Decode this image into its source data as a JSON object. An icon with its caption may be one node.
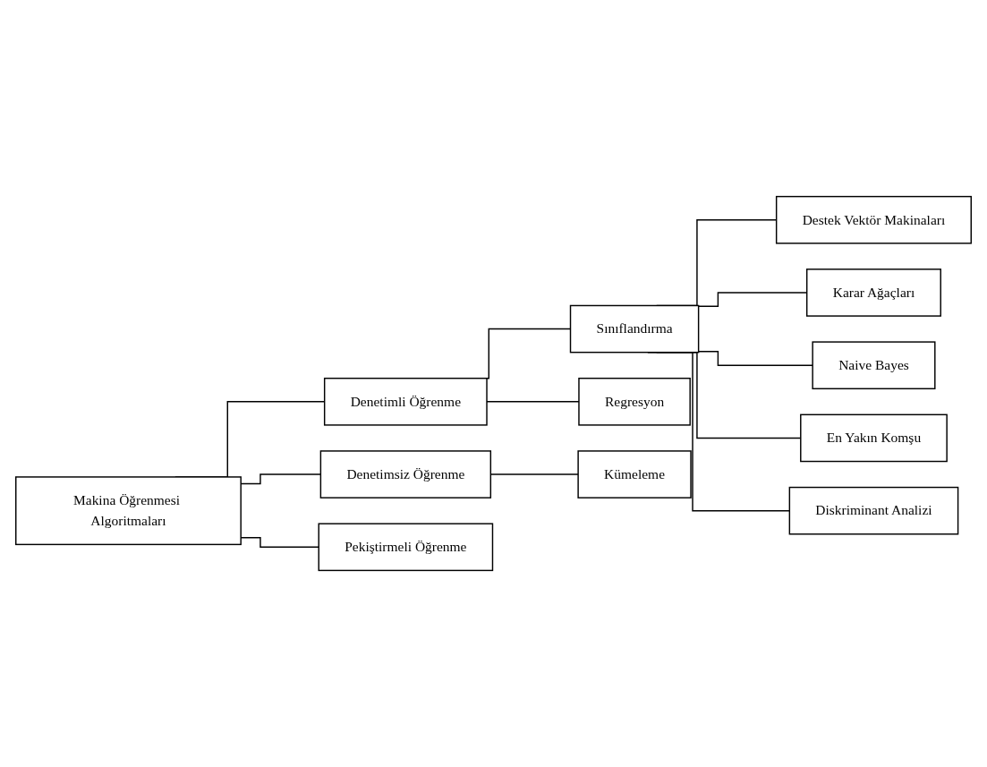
{
  "diagram": {
    "nodes": [
      {
        "text": [
          "Makina Öğrenmesi Algoritmaları"
        ]
      },
      {
        "text": [
          "Denetimli Öğrenme"
        ]
      },
      {
        "text": [
          "Denetimsiz Öğrenme"
        ]
      },
      {
        "text": [
          "Pekiştirmeli Öğrenme"
        ]
      },
      {
        "text": [
          "Sınıflandırma"
        ]
      },
      {
        "text": [
          "Regresyon"
        ]
      },
      {
        "text": [
          "Kümeleme"
        ]
      },
      {
        "text": [
          "Destek Vektör Makinaları"
        ]
      },
      {
        "text": [
          "Karar Ağaçları"
        ]
      },
      {
        "text": [
          "Naive Bayes"
        ]
      },
      {
        "text": [
          "En Yakın Komşu"
        ]
      },
      {
        "text": [
          "Diskriminant Analizi"
        ]
      }
    ],
    "edges": [
      {
        "from": 0,
        "to": 1,
        "arrow": "none"
      },
      {
        "from": 0,
        "to": 2,
        "arrow": "none"
      },
      {
        "from": 0,
        "to": 3,
        "arrow": "none"
      },
      {
        "from": 1,
        "to": 4,
        "arrow": "none"
      },
      {
        "from": 1,
        "to": 5,
        "arrow": "none"
      },
      {
        "from": 2,
        "to": 6,
        "arrow": "none"
      },
      {
        "from": 4,
        "to": 7,
        "arrow": "none"
      },
      {
        "from": 4,
        "to": 8,
        "arrow": "none"
      },
      {
        "from": 4,
        "to": 9,
        "arrow": "none"
      },
      {
        "from": 4,
        "to": 10,
        "arrow": "none"
      },
      {
        "from": 4,
        "to": 11,
        "arrow": "none"
      }
    ]
  }
}
